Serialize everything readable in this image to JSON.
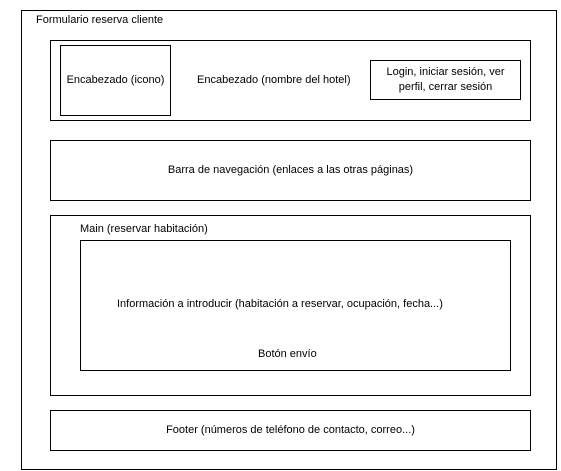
{
  "outer": {
    "title": "Formulario reserva cliente"
  },
  "header": {
    "icon_label": "Encabezado (icono)",
    "hotel_name_label": "Encabezado (nombre del hotel)",
    "login_label": "Login, iniciar sesión, ver perfil, cerrar sesión"
  },
  "nav": {
    "label": "Barra de navegación (enlaces a las otras páginas)"
  },
  "main": {
    "title": "Main (reservar habitación)",
    "info_label": "Información a introducir (habitación a reservar, ocupación, fecha...)",
    "submit_label": "Botón envío"
  },
  "footer": {
    "label": "Footer (números de teléfono de contacto, correo...)"
  }
}
